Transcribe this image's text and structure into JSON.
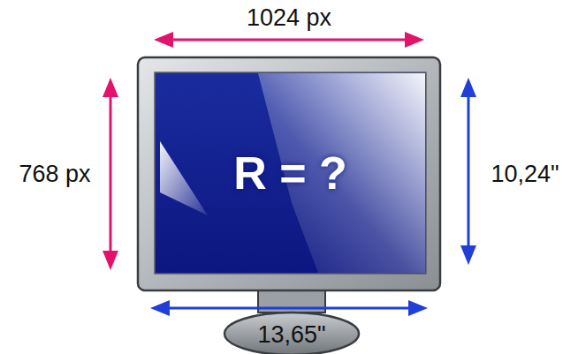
{
  "diagram": {
    "nodes": [
      {
        "text": [
          "R = ?"
        ]
      }
    ],
    "labels": [
      "1024 px",
      "768 px",
      "10,24\"",
      "13,65\""
    ]
  }
}
